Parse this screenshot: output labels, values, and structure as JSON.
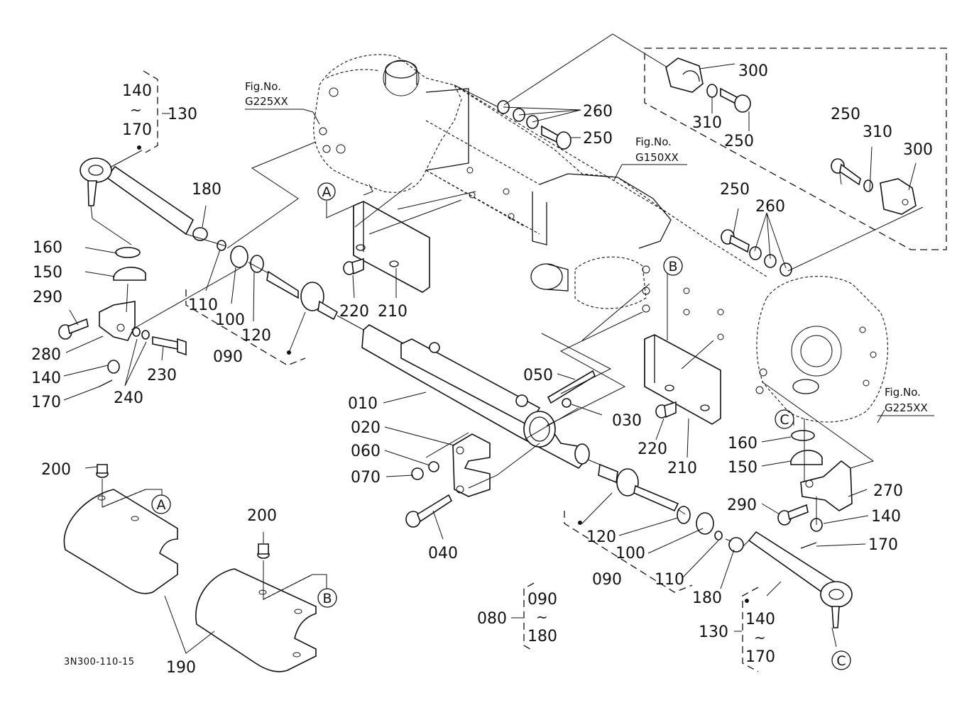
{
  "diagram": {
    "type": "exploded-parts-diagram",
    "drawing_code": "3N300-110-15",
    "figure_refs": [
      {
        "line1": "Fig.No.",
        "line2": "G225XX",
        "where": "top-left axle housing"
      },
      {
        "line1": "Fig.No.",
        "line2": "G150XX",
        "where": "center axle housing"
      },
      {
        "line1": "Fig.No.",
        "line2": "G225XX",
        "where": "right axle housing"
      }
    ],
    "connectors": [
      "A",
      "A",
      "B",
      "B",
      "C",
      "C"
    ],
    "tilde": "~",
    "groups": [
      {
        "id": "130",
        "from": "140",
        "to": "170",
        "position": "top-left"
      },
      {
        "id": "130",
        "from": "140",
        "to": "170",
        "position": "bottom-right"
      },
      {
        "id": "080",
        "from": "090",
        "to": "180",
        "position": "bottom-center"
      }
    ],
    "labels": {
      "p010": "010",
      "p020": "020",
      "p030": "030",
      "p040": "040",
      "p050": "050",
      "p060": "060",
      "p070": "070",
      "p090_left": "090",
      "p090_right": "090",
      "p100_left": "100",
      "p100_right": "100",
      "p110_left": "110",
      "p110_right": "110",
      "p120_left": "120",
      "p120_right": "120",
      "p140_left": "140",
      "p140_right": "140",
      "p150_left": "150",
      "p150_right": "150",
      "p160_left": "160",
      "p160_right": "160",
      "p170_left": "170",
      "p170_right": "170",
      "p180_left": "180",
      "p180_right": "180",
      "p190": "190",
      "p200_left": "200",
      "p200_right": "200",
      "p210_left": "210",
      "p210_right": "210",
      "p220_left": "220",
      "p220_right": "220",
      "p230": "230",
      "p240": "240",
      "p250_a": "250",
      "p250_b": "250",
      "p250_c": "250",
      "p250_d": "250",
      "p260_a": "260",
      "p260_b": "260",
      "p270": "270",
      "p280": "280",
      "p290_left": "290",
      "p290_right": "290",
      "p300_a": "300",
      "p300_b": "300",
      "p310_a": "310",
      "p310_b": "310"
    }
  }
}
